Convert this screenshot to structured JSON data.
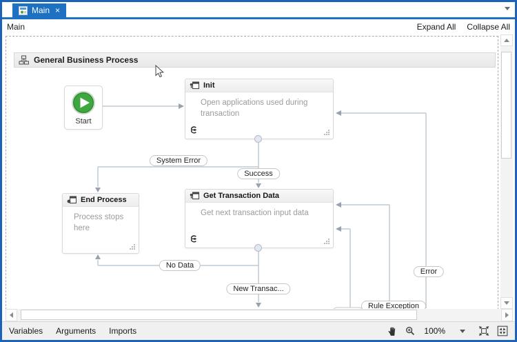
{
  "tabstrip": {
    "tab": {
      "label": "Main",
      "close_glyph": "×"
    }
  },
  "breadcrumb": {
    "root": "Main",
    "expand_all": "Expand All",
    "collapse_all": "Collapse All"
  },
  "flowchart": {
    "title": "General Business Process",
    "nodes": {
      "start": {
        "label": "Start"
      },
      "init": {
        "title": "Init",
        "note": "Open applications used during transaction"
      },
      "end_process": {
        "title": "End Process",
        "note": "Process stops here"
      },
      "get_transaction_data": {
        "title": "Get Transaction Data",
        "note": "Get next transaction input data"
      }
    },
    "transitions": [
      {
        "label": "System Error"
      },
      {
        "label": "Success"
      },
      {
        "label": "No Data"
      },
      {
        "label": "New Transac..."
      },
      {
        "label": "Error"
      },
      {
        "label": "Rule Exception"
      }
    ]
  },
  "statusbar": {
    "variables": "Variables",
    "arguments": "Arguments",
    "imports": "Imports",
    "zoom_level": "100%"
  },
  "icons": {
    "tab_close": "×",
    "pan": "hand-icon",
    "zoom": "magnifier-plus-icon",
    "fit_to_screen": "expand-arrows-icon",
    "overview": "collapse-arrows-icon"
  },
  "colors": {
    "accent_blue": "#1d70c2",
    "window_border": "#1a63b8",
    "connector": "#bdc8d4",
    "start_green": "#3fa73f"
  }
}
